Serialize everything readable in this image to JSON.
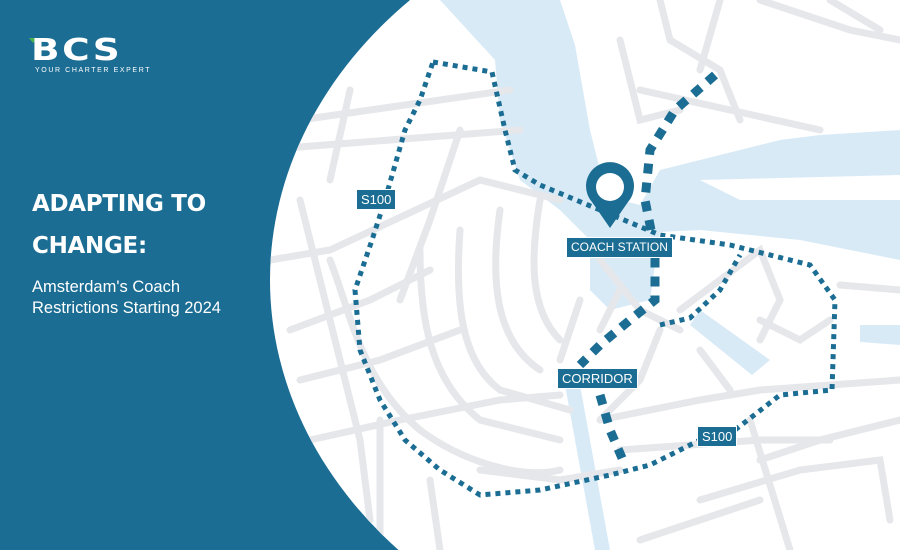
{
  "brand": {
    "logo_text": "BCS",
    "tagline": "YOUR CHARTER EXPERT"
  },
  "headline": {
    "line1": "ADAPTING TO",
    "line2": "CHANGE:"
  },
  "subtitle": {
    "line1": "Amsterdam's Coach",
    "line2": "Restrictions Starting 2024"
  },
  "map": {
    "labels": {
      "s100_west": "S100",
      "coach_station": "COACH STATION",
      "corridor": "CORRIDOR",
      "s100_east": "S100"
    },
    "markers": [
      {
        "name": "coach-station-pin",
        "icon": "map-pin-icon"
      }
    ],
    "routes": [
      {
        "name": "S100",
        "style": "dotted"
      },
      {
        "name": "Corridor",
        "style": "dashed-thick"
      }
    ]
  },
  "colors": {
    "brand_blue": "#1b6d93",
    "water": "#d9eaf7",
    "roads": "#e6e7ea",
    "map_bg": "#ffffff",
    "accent_green": "#4caf50"
  }
}
